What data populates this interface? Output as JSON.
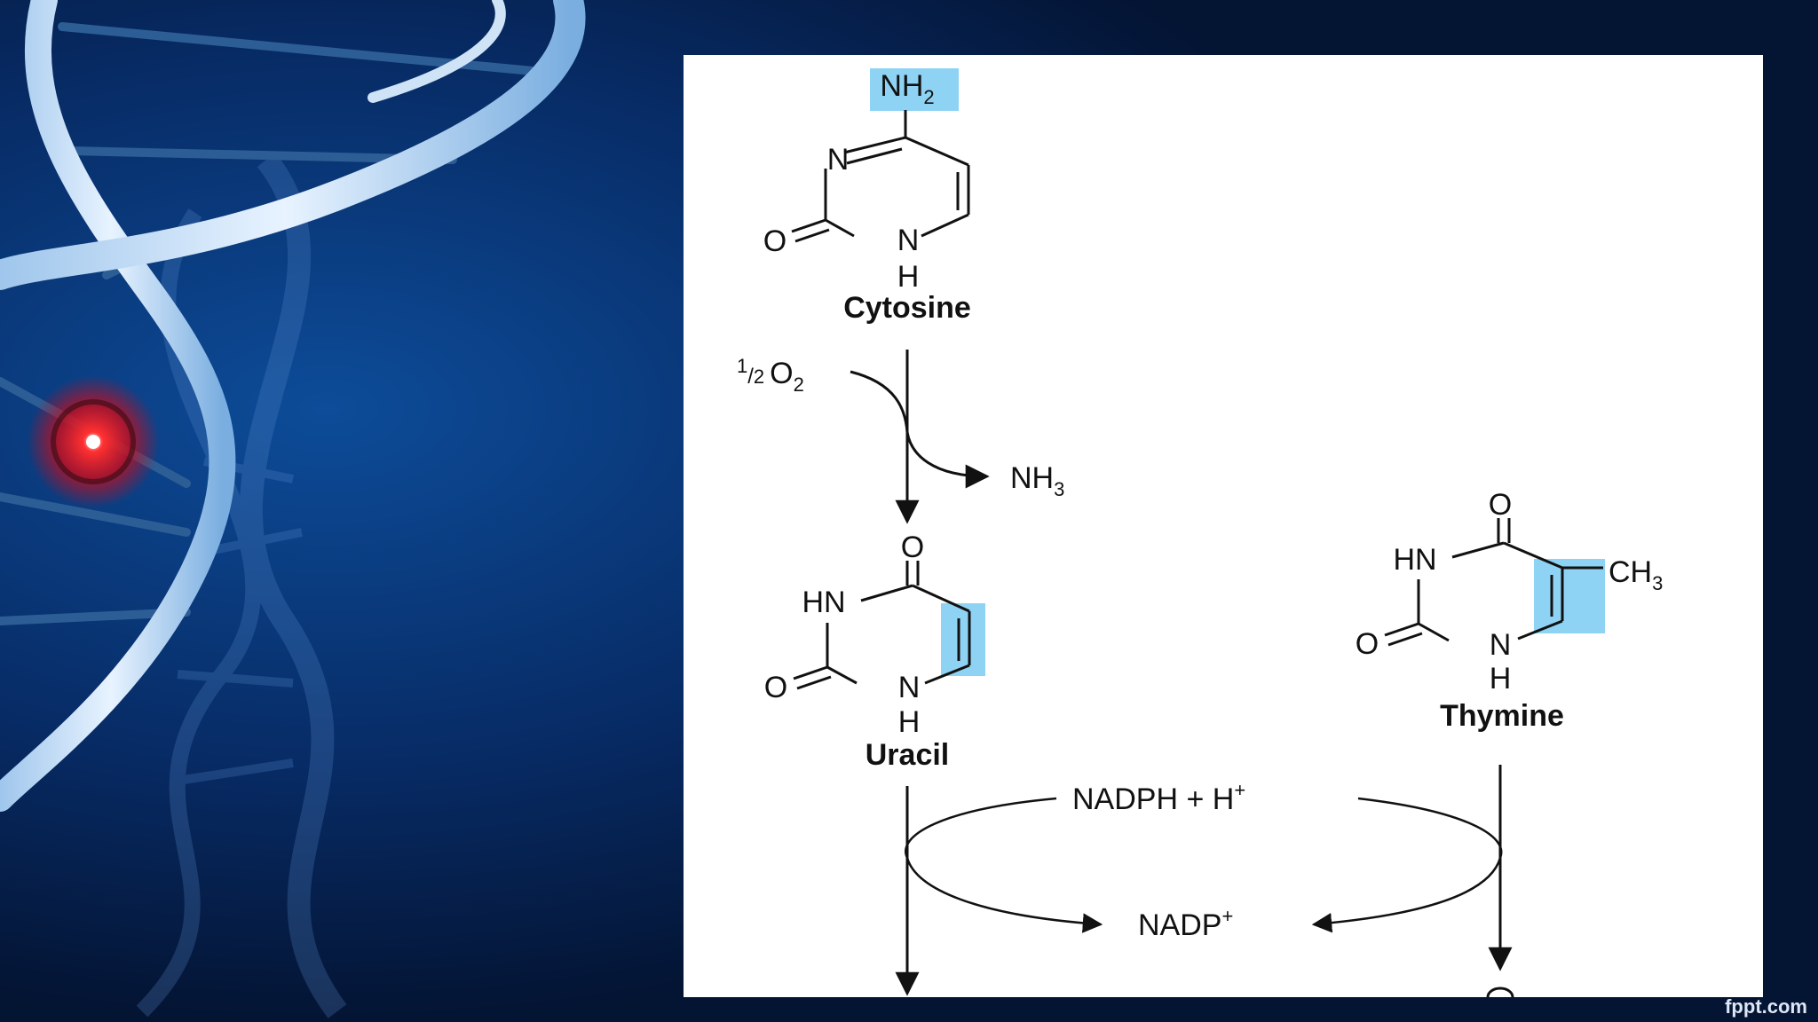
{
  "colors": {
    "background": "#041433",
    "highlight": "#8fd3f4",
    "panel": "#ffffff",
    "ink": "#111111"
  },
  "icons": [
    "dna-helix-decoration",
    "red-glow-marker"
  ],
  "footer": {
    "brand": "fppt.com"
  },
  "diagram": {
    "cytosine": {
      "name": "Cytosine",
      "amine": {
        "base": "NH",
        "sub": "2"
      },
      "ring_n1": "N",
      "ring_n3": "N",
      "ring_h": "H",
      "carbonyl": "O"
    },
    "oxygen_input": {
      "num": "1",
      "den": "2",
      "base": "O",
      "sub": "2"
    },
    "ammonia_output": {
      "base": "NH",
      "sub": "3"
    },
    "uracil": {
      "name": "Uracil",
      "carbonyl_top": "O",
      "hn": "HN",
      "carbonyl_left": "O",
      "ring_n": "N",
      "ring_h": "H"
    },
    "thymine": {
      "name": "Thymine",
      "carbonyl_top": "O",
      "hn": "HN",
      "carbonyl_left": "O",
      "ring_n": "N",
      "ring_h": "H",
      "methyl": {
        "base": "CH",
        "sub": "3"
      }
    },
    "cofactor_in": {
      "text": "NADPH + H",
      "sup": "+"
    },
    "cofactor_out": {
      "text": "NADP",
      "sup": "+"
    }
  }
}
